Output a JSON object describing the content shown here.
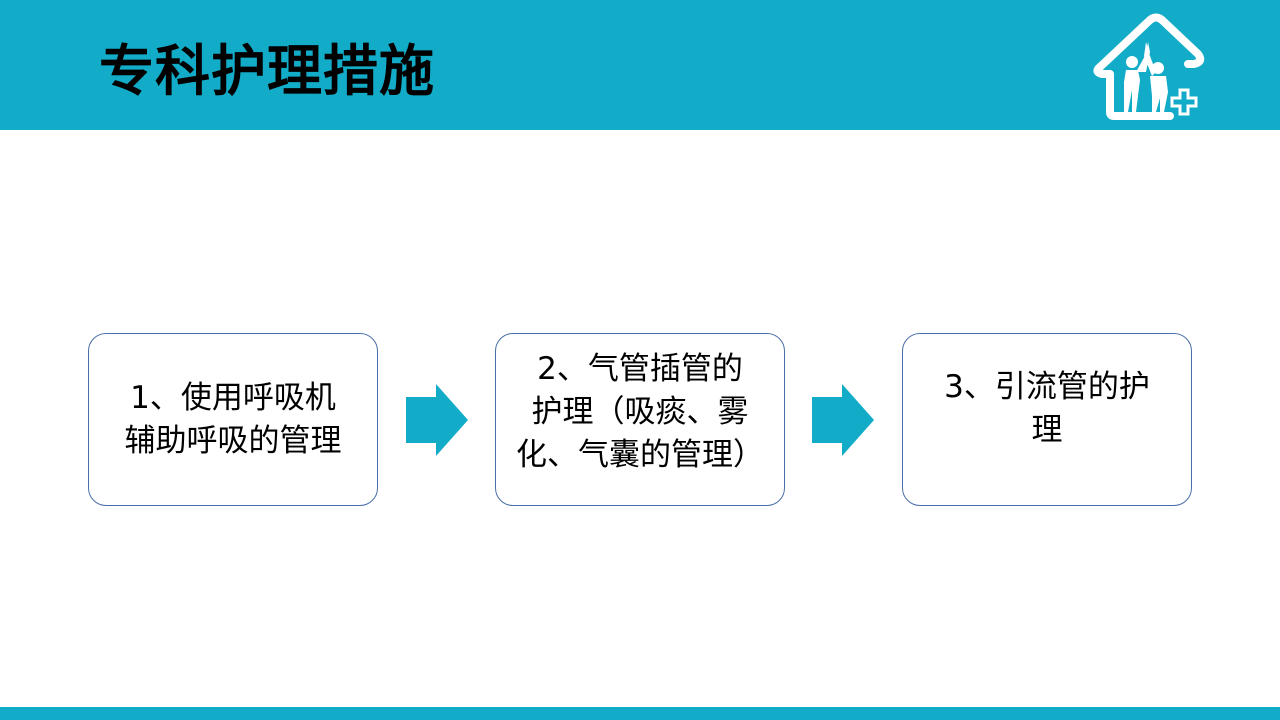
{
  "slide": {
    "title": "专科护理措施",
    "logo_icon": "home-care-family-icon",
    "colors": {
      "accent": "#12acc9",
      "box_border": "#4a6fa8",
      "text": "#000000"
    }
  },
  "steps": [
    {
      "label": "1、使用呼吸机\n辅助呼吸的管理"
    },
    {
      "label": "2、气管插管的\n护理（吸痰、雾\n化、气囊的管理）"
    },
    {
      "label": "3、引流管的护\n理"
    }
  ],
  "arrows": [
    {
      "icon": "arrow-right-icon"
    },
    {
      "icon": "arrow-right-icon"
    }
  ]
}
